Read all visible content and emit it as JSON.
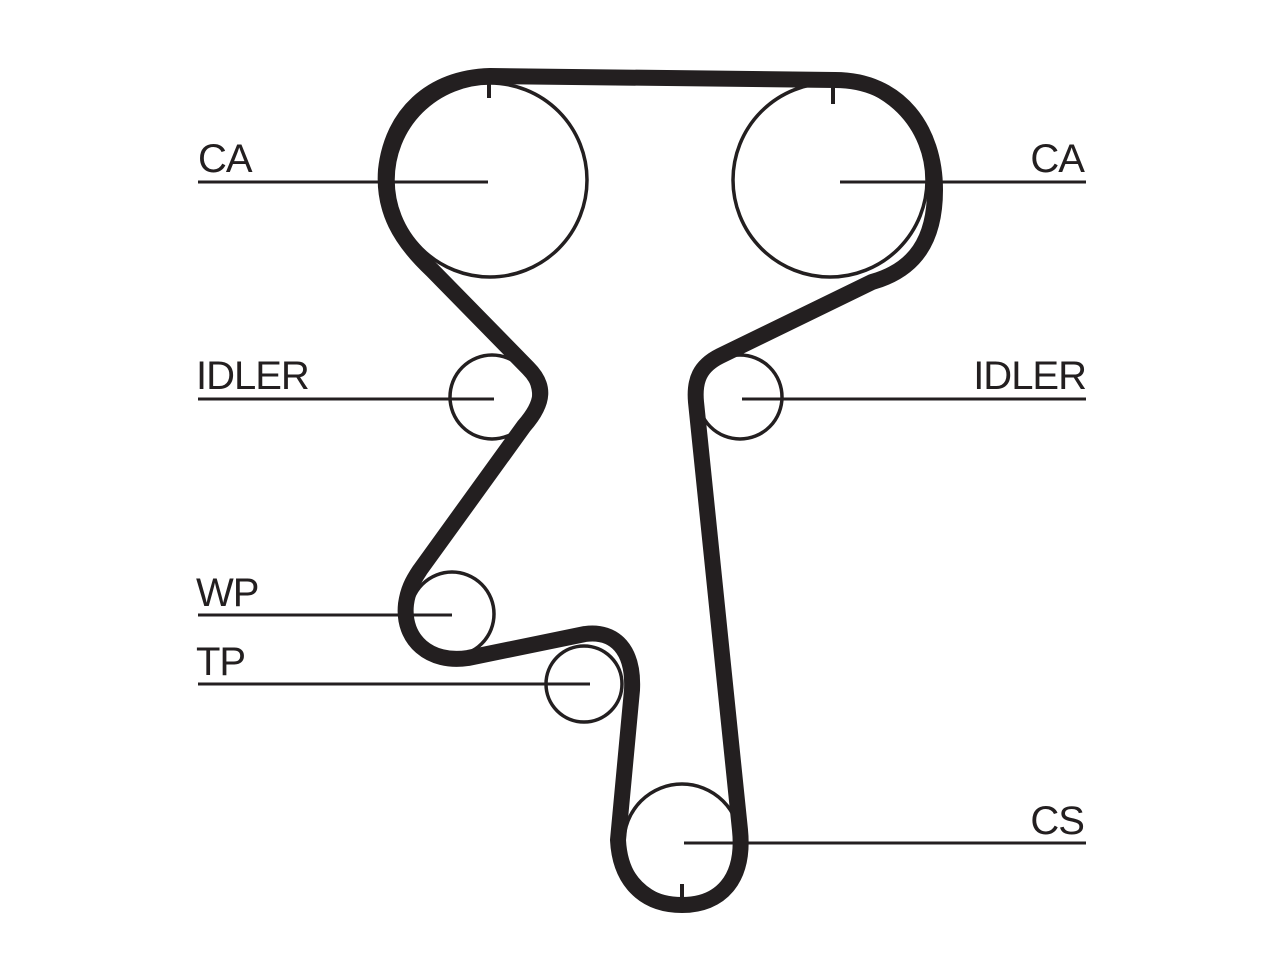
{
  "colors": {
    "ink": "#231f20",
    "background": "#ffffff"
  },
  "labels": {
    "camshaft_left": "CA",
    "camshaft_right": "CA",
    "idler_left": "IDLER",
    "idler_right": "IDLER",
    "water_pump": "WP",
    "tensioner_pulley": "TP",
    "crankshaft": "CS"
  }
}
